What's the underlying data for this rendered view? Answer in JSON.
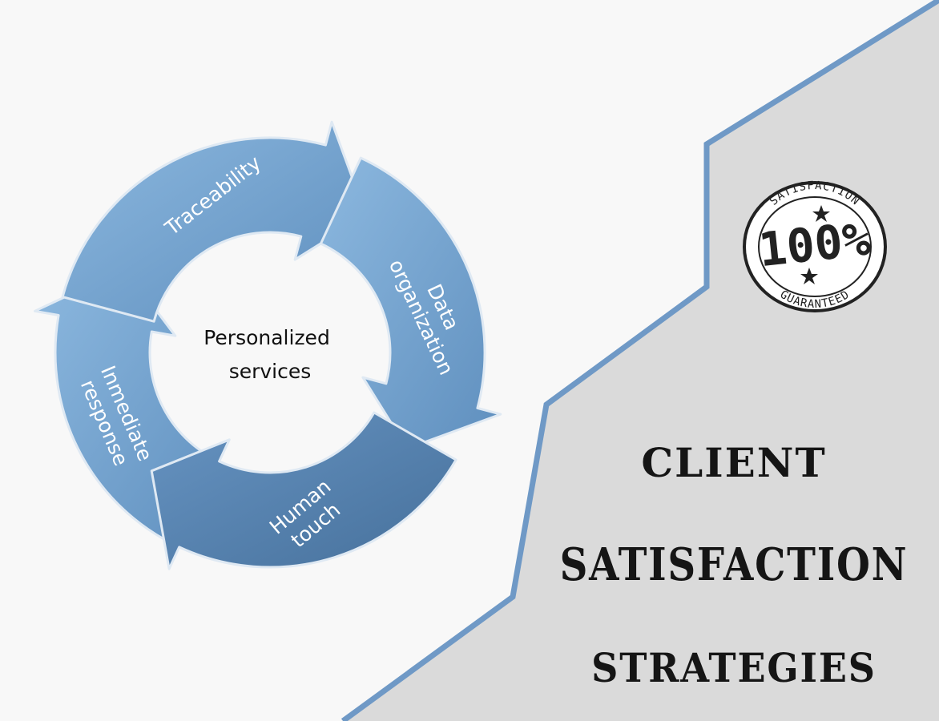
{
  "cycle": {
    "center": [
      "Personalized",
      "services"
    ],
    "segments": [
      {
        "lines": [
          "Traceability"
        ]
      },
      {
        "lines": [
          "Data",
          "organization"
        ]
      },
      {
        "lines": [
          "Human",
          "touch"
        ]
      },
      {
        "lines": [
          "Inmediate",
          "response"
        ]
      }
    ]
  },
  "badge": {
    "top_text": "SATISFACTION",
    "big_text": "100%",
    "bottom_text": "GUARANTEED"
  },
  "title": {
    "line1": "CLIENT",
    "line2": "SATISFACTION",
    "line3": "STRATEGIES"
  },
  "colors": {
    "arrow_light": "#7aaad6",
    "arrow_dark": "#4e7ba6",
    "panel_gray": "#dadada",
    "border_blue": "#6f99c6"
  }
}
